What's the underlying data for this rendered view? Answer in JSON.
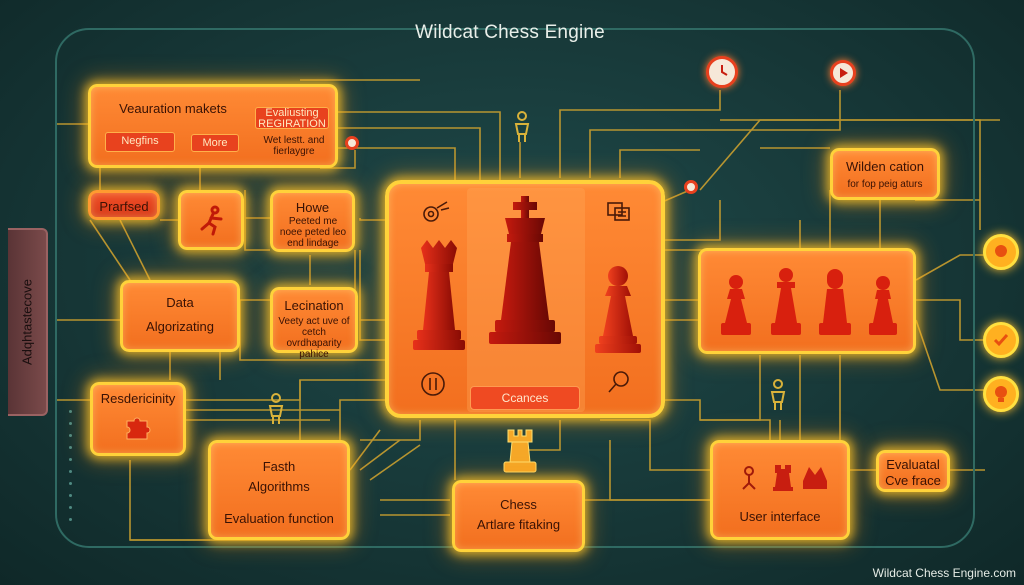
{
  "title": "Wildcat Chess Engine",
  "credit": "Wildcat Chess Engine.com",
  "side_tab": "Adqhtastecove",
  "panel_vm": {
    "heading": "Veauration makets",
    "chip_left": "Negfins",
    "chip_right": "More",
    "chip_top": "Evaliusting REGIRATION",
    "note": "Wet lestt. and fierlaygre"
  },
  "praised": "Prarfsed",
  "howe": {
    "heading": "Howe",
    "note": "Peeted me noee peted leo end lindage"
  },
  "data_box": {
    "line1": "Data",
    "line2": "Algorizating"
  },
  "lecination": {
    "heading": "Lecination",
    "note": "Veety act uve of cetch ovrdhaparity pahice"
  },
  "resdericinity": "Resdericinity",
  "fasth": {
    "line1": "Fasth",
    "line2": "Algorithms",
    "line3": "Evaluation function"
  },
  "center": {
    "button": "Ccances"
  },
  "chess_box": {
    "line1": "Chess",
    "line2": "Artlare fitaking"
  },
  "wilden": {
    "line1": "Wilden cation",
    "line2": "for fop peig aturs"
  },
  "ui_box": "User interface",
  "eval_box": {
    "line1": "Evaluatal",
    "line2": "Cve frace"
  },
  "colors": {
    "accent": "#ffd23a",
    "box": "#f26f1f",
    "piece": "#c81e10",
    "wire": "#d9b23a"
  }
}
